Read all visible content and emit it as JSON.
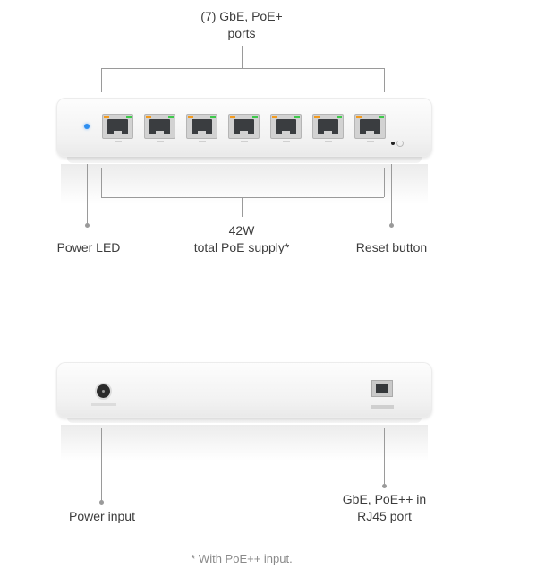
{
  "labels": {
    "ports_top": "(7) GbE, PoE+\nports",
    "power_led": "Power LED",
    "poe_supply": "42W\ntotal PoE supply*",
    "reset_button": "Reset button",
    "power_input": "Power input",
    "uplink_port": "GbE, PoE++ in\nRJ45 port",
    "footnote": "* With PoE++ input."
  },
  "colors": {
    "power_led": "#2f8ff0",
    "port_led_left": "#f29a1e",
    "port_led_right": "#3ec94b",
    "leader_line": "#9a9a9a"
  },
  "port_count": 7
}
